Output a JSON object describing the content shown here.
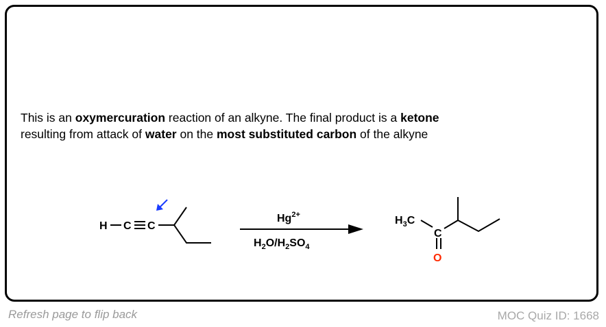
{
  "explanation": {
    "t1": "This is an ",
    "b1": "oxymercuration",
    "t2": " reaction of an alkyne. The final product is a ",
    "b2": "ketone",
    "t3": "resulting from attack of ",
    "b3": "water",
    "t4": " on the ",
    "b4": "most substituted carbon",
    "t5": " of the alkyne"
  },
  "reactant": {
    "h": "H",
    "c1": "C",
    "c2": "C"
  },
  "reagents": {
    "above": "Hg",
    "above_sup": "2+",
    "below": "H2O/H2SO4"
  },
  "product": {
    "h3c": "H3C",
    "c": "C",
    "o": "O"
  },
  "colors": {
    "attack_arrow": "#1a3cff",
    "oxygen": "#ff2a00",
    "border": "#000000"
  },
  "footer": {
    "left": "Refresh page to flip back",
    "right": "MOC Quiz ID: 1668"
  }
}
